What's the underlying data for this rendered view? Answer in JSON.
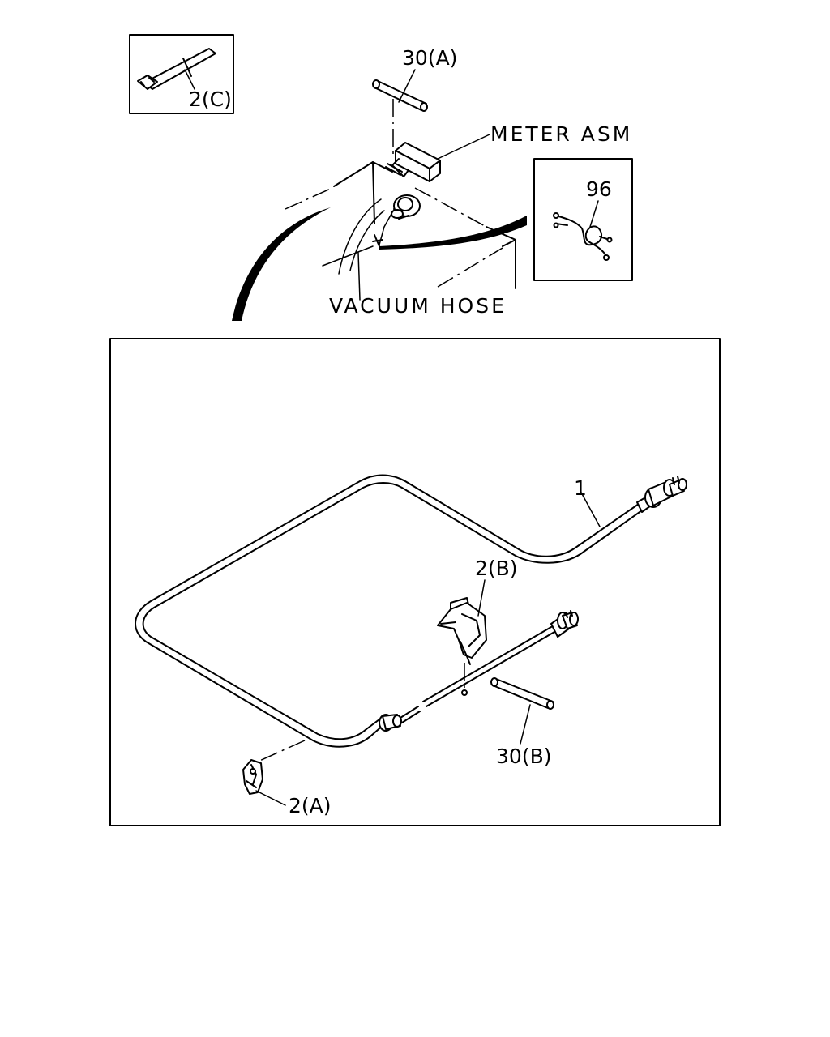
{
  "labels": {
    "tie_2c": "2(C)",
    "tape_30a": "30(A)",
    "meter_asm": "METER ASM",
    "clip_96": "96",
    "vacuum_hose": "VACUUM HOSE",
    "cable_1": "1",
    "clamp_2b": "2(B)",
    "tape_30b": "30(B)",
    "clamp_2a": "2(A)"
  }
}
